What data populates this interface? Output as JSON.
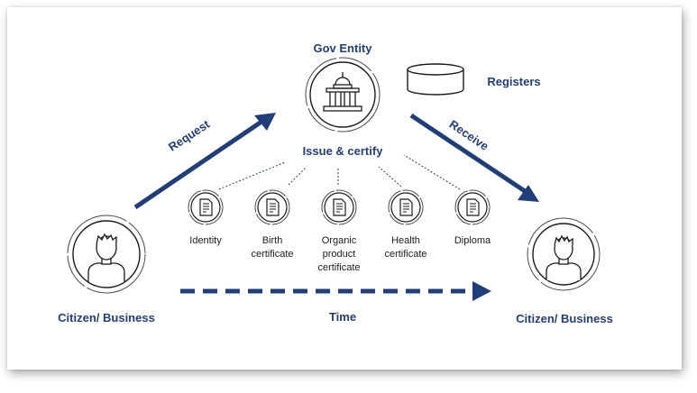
{
  "gov_entity": {
    "title": "Gov Entity",
    "icon": "government-building-icon"
  },
  "registers": {
    "label": "Registers",
    "icon": "database-cylinder-icon"
  },
  "issue_certify": "Issue & certify",
  "request_label": "Request",
  "receive_label": "Receive",
  "time_label": "Time",
  "citizen_left": {
    "label": "Citizen/ Business",
    "icon": "user-avatar-icon"
  },
  "citizen_right": {
    "label": "Citizen/ Business",
    "icon": "user-avatar-icon"
  },
  "documents": [
    {
      "label": "Identity",
      "icon": "document-icon"
    },
    {
      "label": "Birth certificate",
      "icon": "document-icon"
    },
    {
      "label": "Organic product certificate",
      "icon": "document-icon"
    },
    {
      "label": "Health certificate",
      "icon": "document-icon"
    },
    {
      "label": "Diploma",
      "icon": "document-icon"
    }
  ],
  "colors": {
    "primary": "#203e7a",
    "ring": "#4a4a4a"
  }
}
